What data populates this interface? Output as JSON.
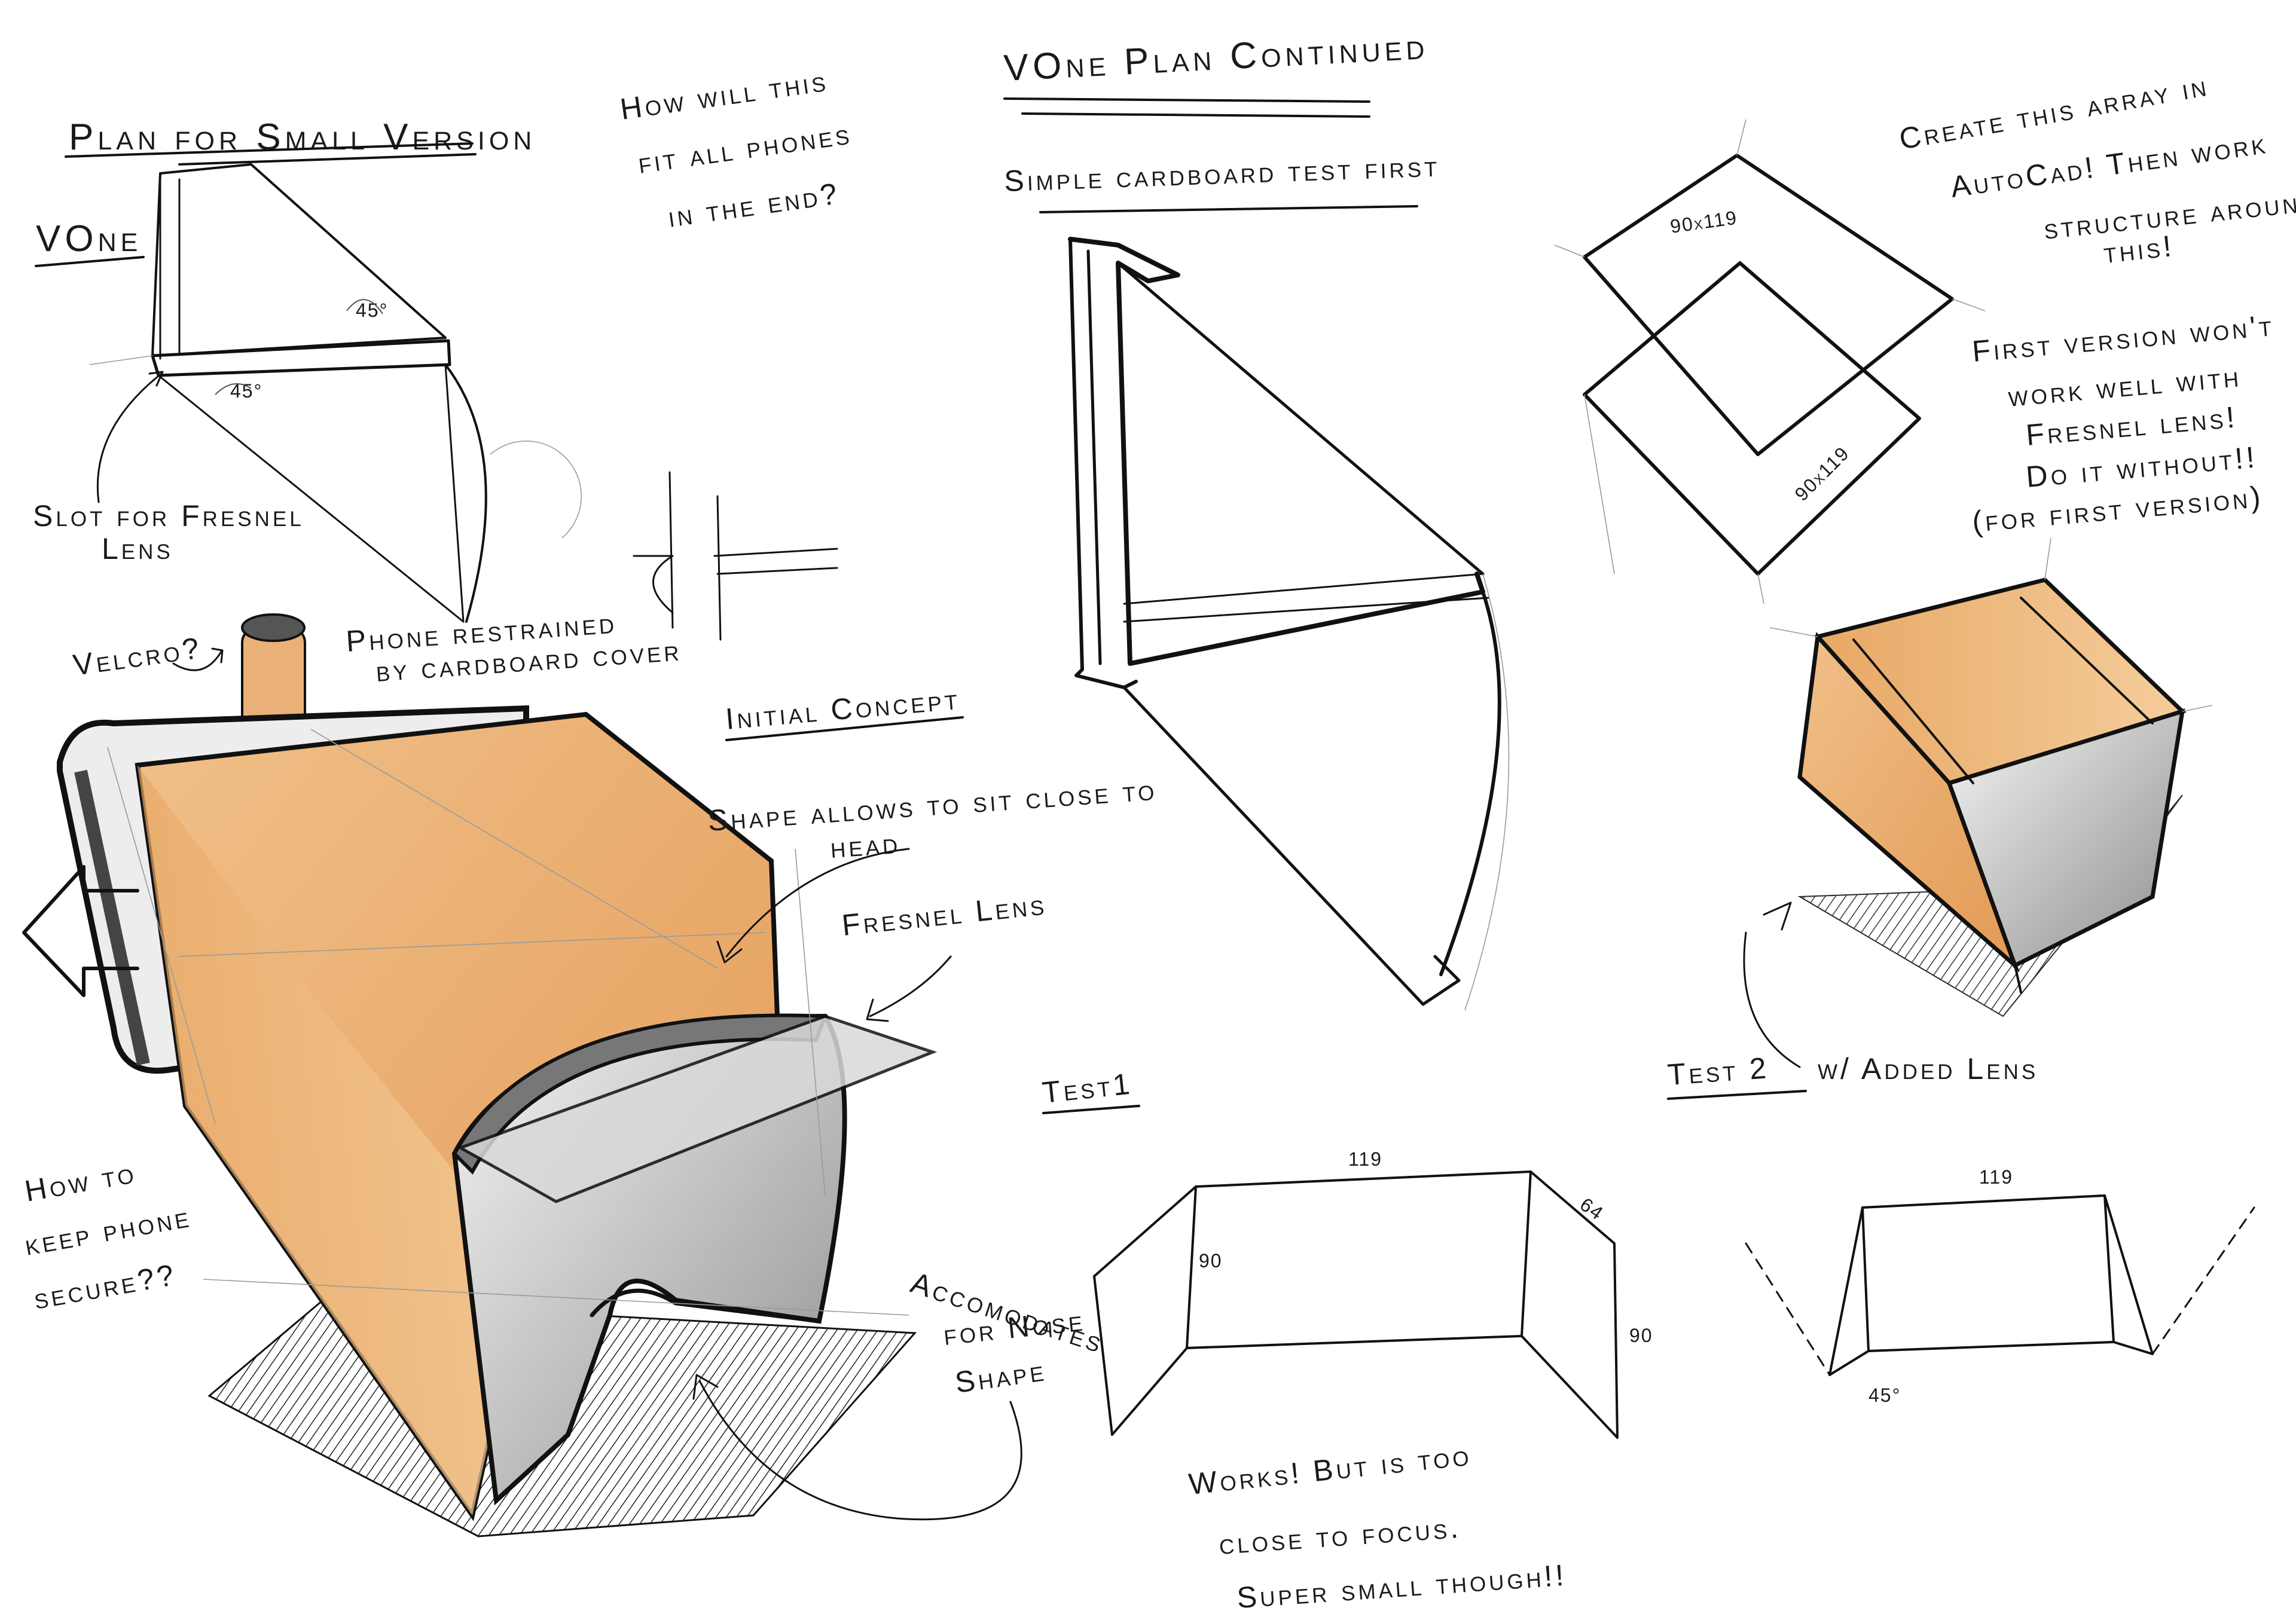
{
  "left_page": {
    "title": "Plan for Small Version",
    "vone_label": "VOne",
    "question_fit": [
      "How will this",
      "fit all phones",
      "in the end?"
    ],
    "angle_top": "45°",
    "angle_bottom": "45°",
    "slot_note": [
      "Slot for Fresnel",
      "Lens"
    ],
    "velcro_note": "Velcro?",
    "restrain_note": [
      "Phone restrained",
      "by cardboard cover"
    ],
    "initial_concept": "Initial Concept",
    "shape_note": [
      "Shape allows to sit close to",
      "head"
    ],
    "fresnel_note": "Fresnel Lens",
    "keep_phone_note": [
      "How to",
      "keep phone",
      "secure??"
    ],
    "nose_note": [
      "Accomodates",
      "for Nose",
      "Shape"
    ]
  },
  "right_page": {
    "title": "VOne Plan Continued",
    "cardboard_test": "Simple cardboard test first",
    "create_note": [
      "Create this array in",
      "AutoCad! Then work",
      "structure around",
      "this!"
    ],
    "dim_top_plate": "90x119",
    "dim_bottom_plate": "90x119",
    "first_version_note": [
      "First version won't",
      "work well with",
      "Fresnel lens!",
      "Do it without!!",
      "(for first version)"
    ],
    "test1_label": "Test1",
    "test2_label": "Test 2",
    "added_lens": "w/ Added Lens",
    "dims": {
      "top": "119",
      "left": "90",
      "side": "64",
      "right": "90"
    },
    "test2_dims": {
      "top": "119",
      "angle": "45°"
    },
    "works_note": [
      "Works! But is too",
      "close to focus.",
      "Super small though!!"
    ]
  },
  "colors": {
    "ink": "#111111",
    "marker_orange": "#e8a865",
    "marker_grey": "#8e8e8e",
    "paper": "#ffffff"
  }
}
